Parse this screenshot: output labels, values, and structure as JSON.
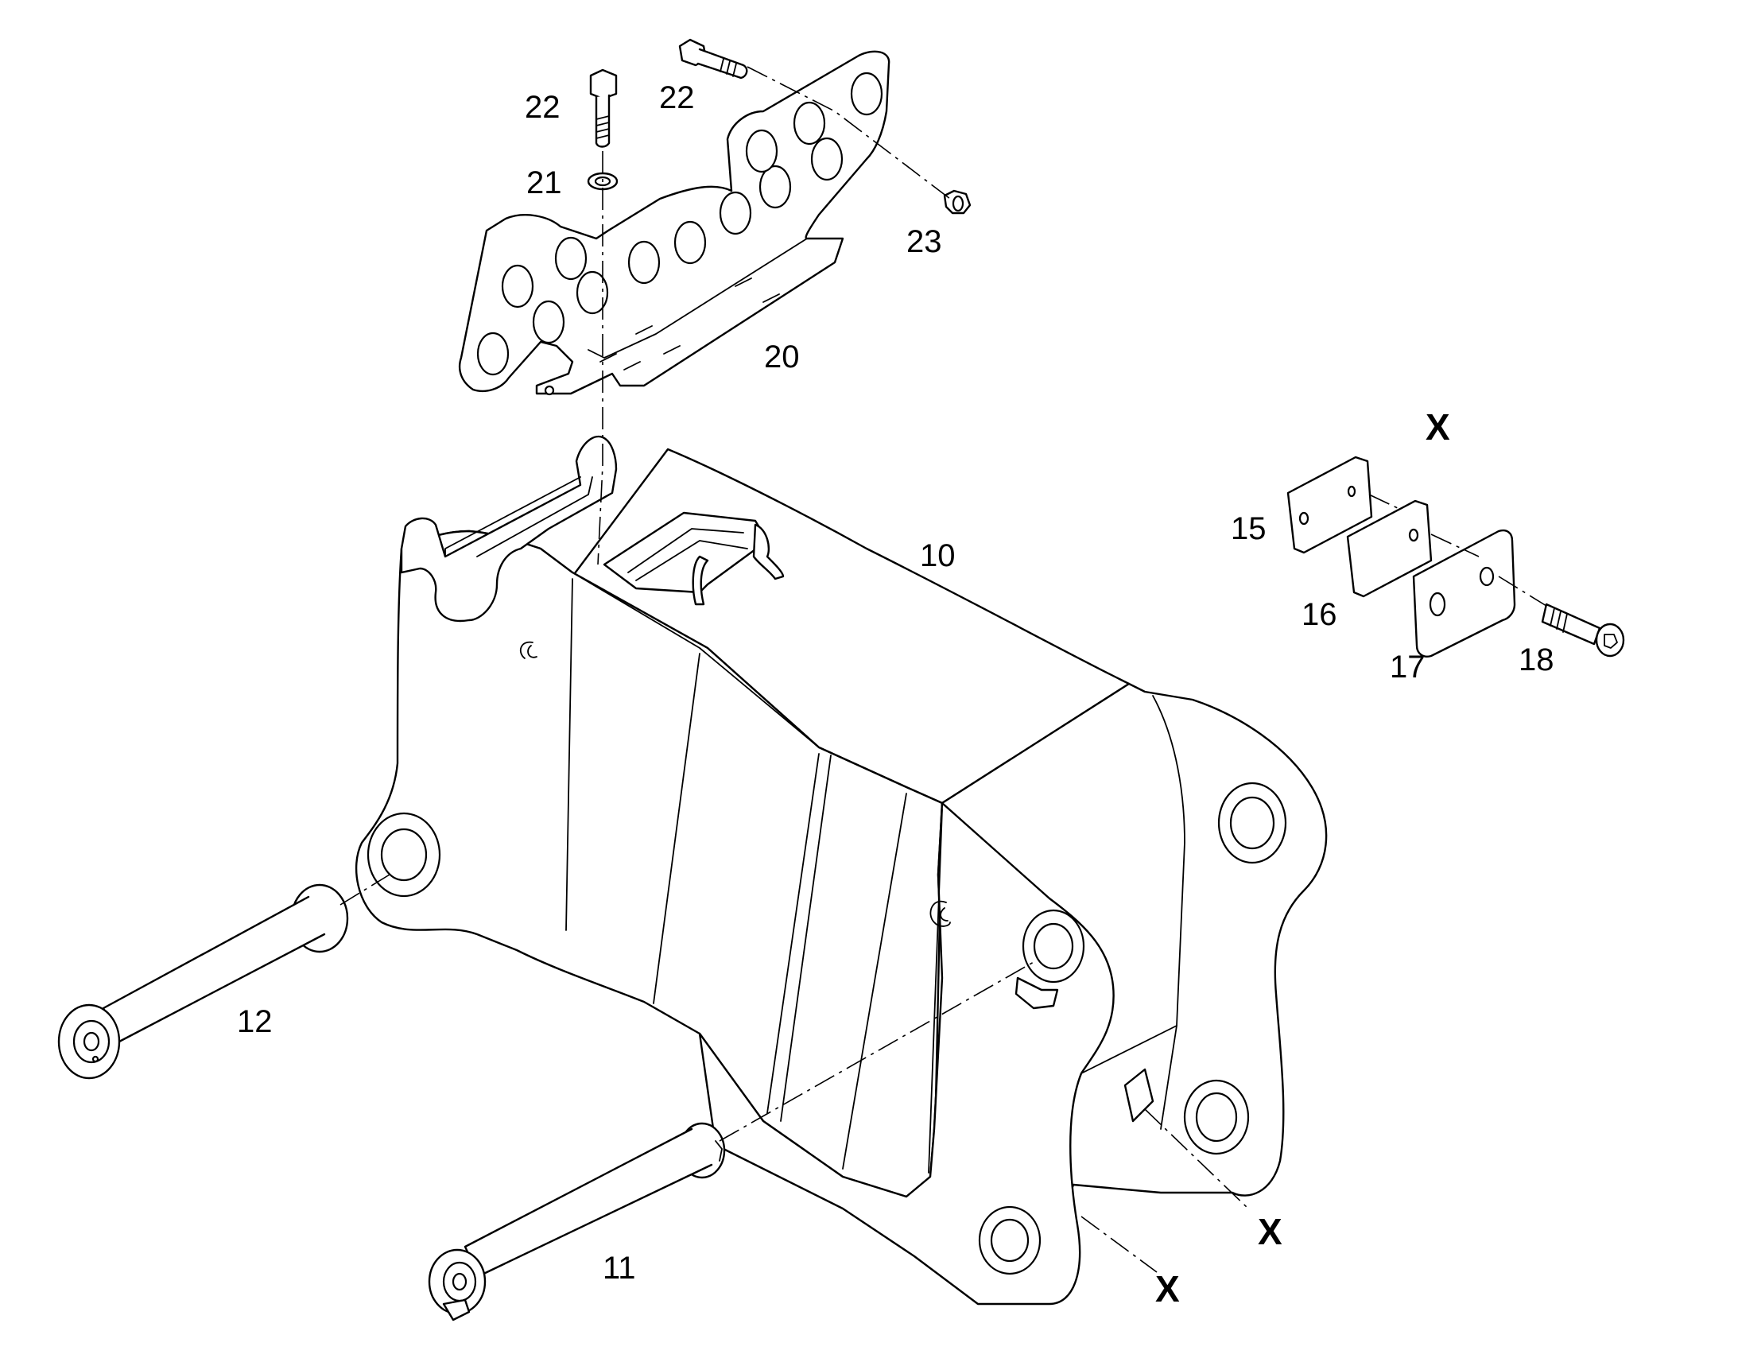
{
  "colors": {
    "line": "#000000",
    "background": "#ffffff"
  },
  "labels": {
    "p10": "10",
    "p11": "11",
    "p12": "12",
    "p15": "15",
    "p16": "16",
    "p17": "17",
    "p18": "18",
    "p20": "20",
    "p21": "21",
    "p22a": "22",
    "p22b": "22",
    "p23": "23",
    "detail_x": "X",
    "marker_x1": "X",
    "marker_x2": "X"
  }
}
